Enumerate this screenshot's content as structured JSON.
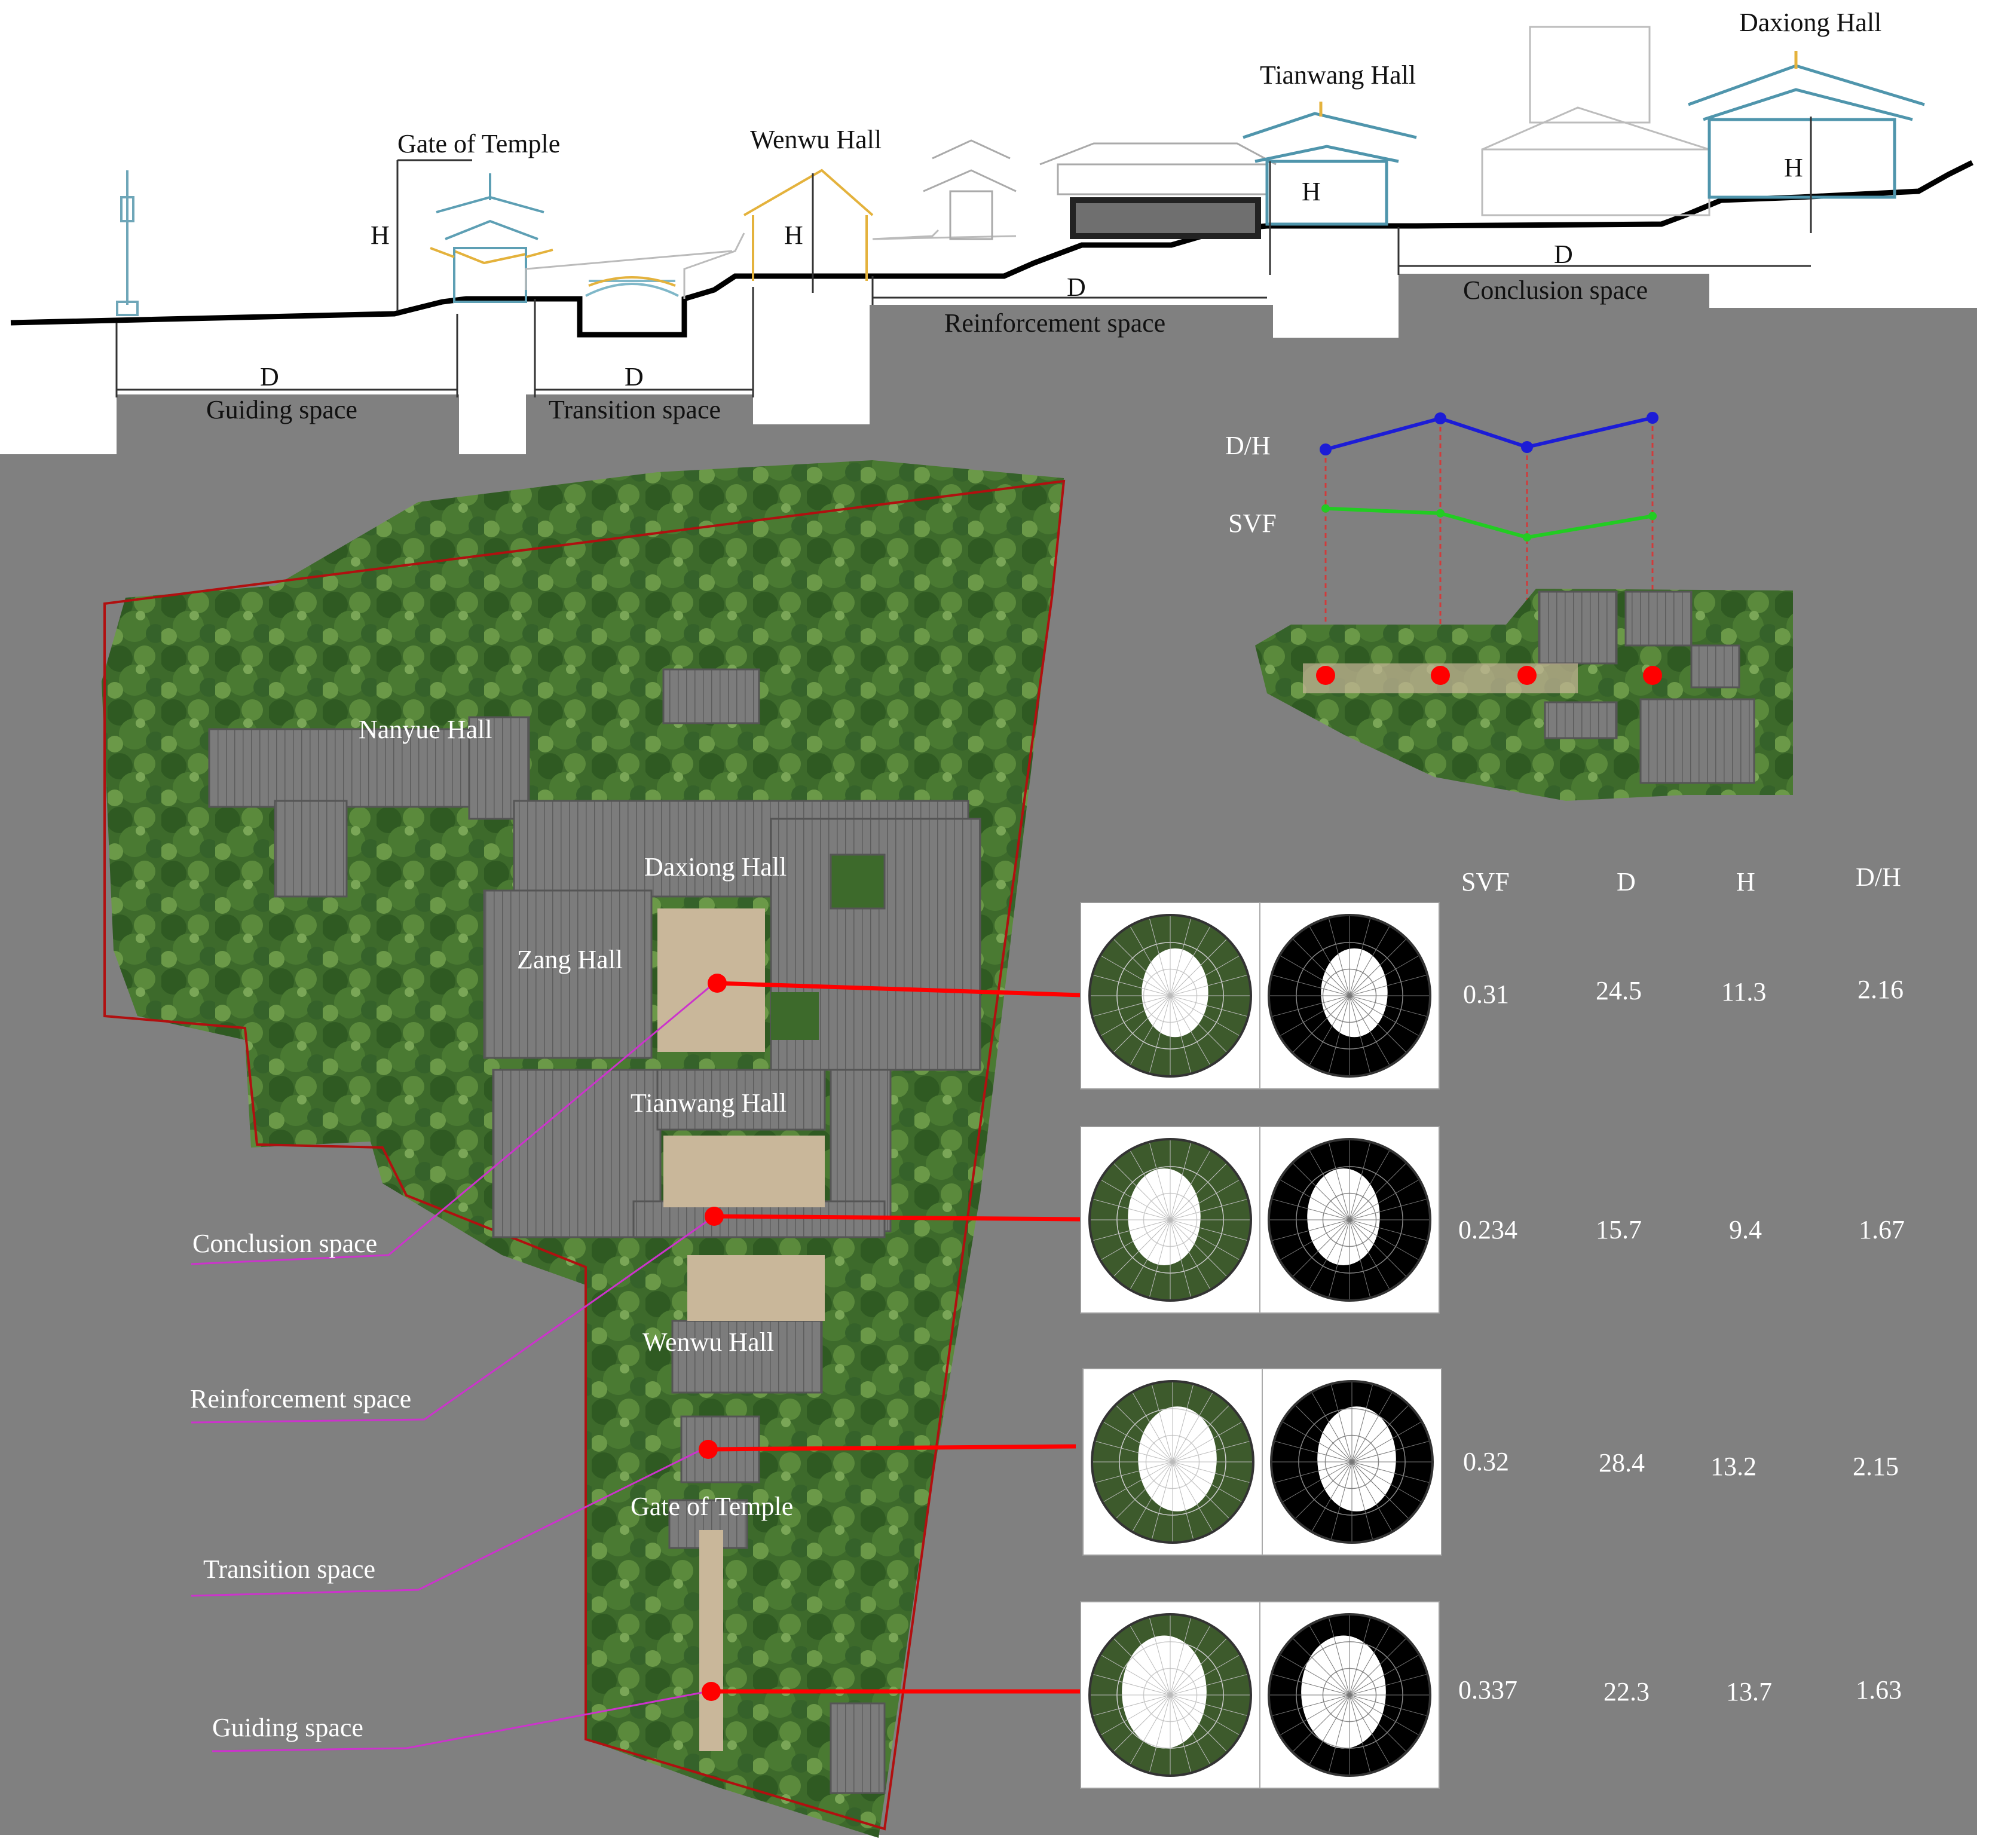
{
  "section": {
    "buildings": {
      "gate": "Gate of Temple",
      "wenwu": "Wenwu Hall",
      "tianwang": "Tianwang Hall",
      "daxiong": "Daxiong Hall"
    },
    "dimension_letters": {
      "height": "H",
      "distance": "D"
    },
    "spaces": {
      "guiding": "Guiding  space",
      "transition": "Transition space",
      "reinforcement": "Reinforcement space",
      "conclusion": "Conclusion space"
    }
  },
  "plan": {
    "halls": {
      "nanyue": "Nanyue Hall",
      "daxiong": "Daxiong Hall",
      "zang": "Zang Hall",
      "tianwang": "Tianwang Hall",
      "wenwu": "Wenwu Hall",
      "gate": "Gate of Temple"
    },
    "callouts": {
      "conclusion": "Conclusion space",
      "reinforcement": "Reinforcement space",
      "transition": "Transition space",
      "guiding": "Guiding  space"
    }
  },
  "chart_data": {
    "type": "line",
    "series": [
      {
        "name": "D/H",
        "values": [
          1.63,
          2.15,
          1.67,
          2.16
        ]
      },
      {
        "name": "SVF",
        "values": [
          0.337,
          0.32,
          0.234,
          0.31
        ]
      }
    ],
    "colors": {
      "D/H": "#1c1cd6",
      "SVF": "#22cc22"
    }
  },
  "table": {
    "headers": [
      "SVF",
      "D",
      "H",
      "D/H"
    ],
    "rows": [
      [
        "0.31",
        "24.5",
        "11.3",
        "2.16"
      ],
      [
        "0.234",
        "15.7",
        "9.4",
        "1.67"
      ],
      [
        "0.32",
        "28.4",
        "13.2",
        "2.15"
      ],
      [
        "0.337",
        "22.3",
        "13.7",
        "1.63"
      ]
    ]
  },
  "colors": {
    "background": "#808080",
    "marker": "#ff0000",
    "callout_line": "#cc33cc",
    "boundary": "#b01010",
    "ground_line": "#000000",
    "vegetation": "#3f6e2c",
    "roof": "#7a7a7a"
  }
}
